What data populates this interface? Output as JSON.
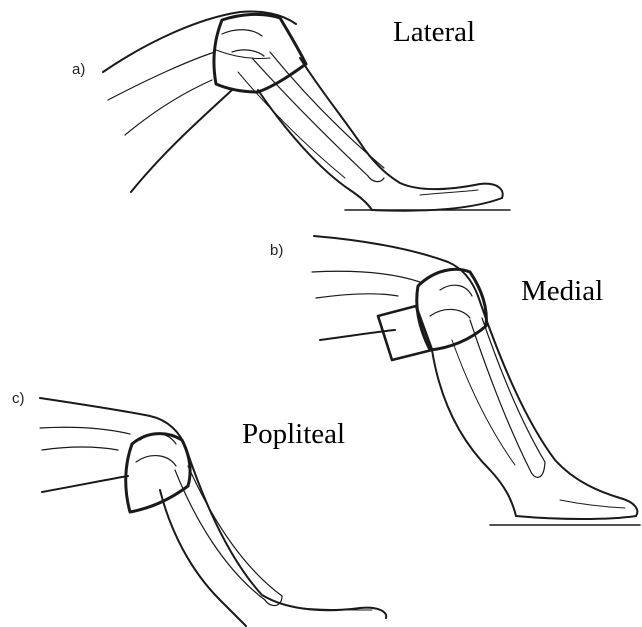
{
  "panels": [
    {
      "letter": "a)",
      "view": "Lateral"
    },
    {
      "letter": "b)",
      "view": "Medial"
    },
    {
      "letter": "c)",
      "view": "Popliteal"
    }
  ]
}
